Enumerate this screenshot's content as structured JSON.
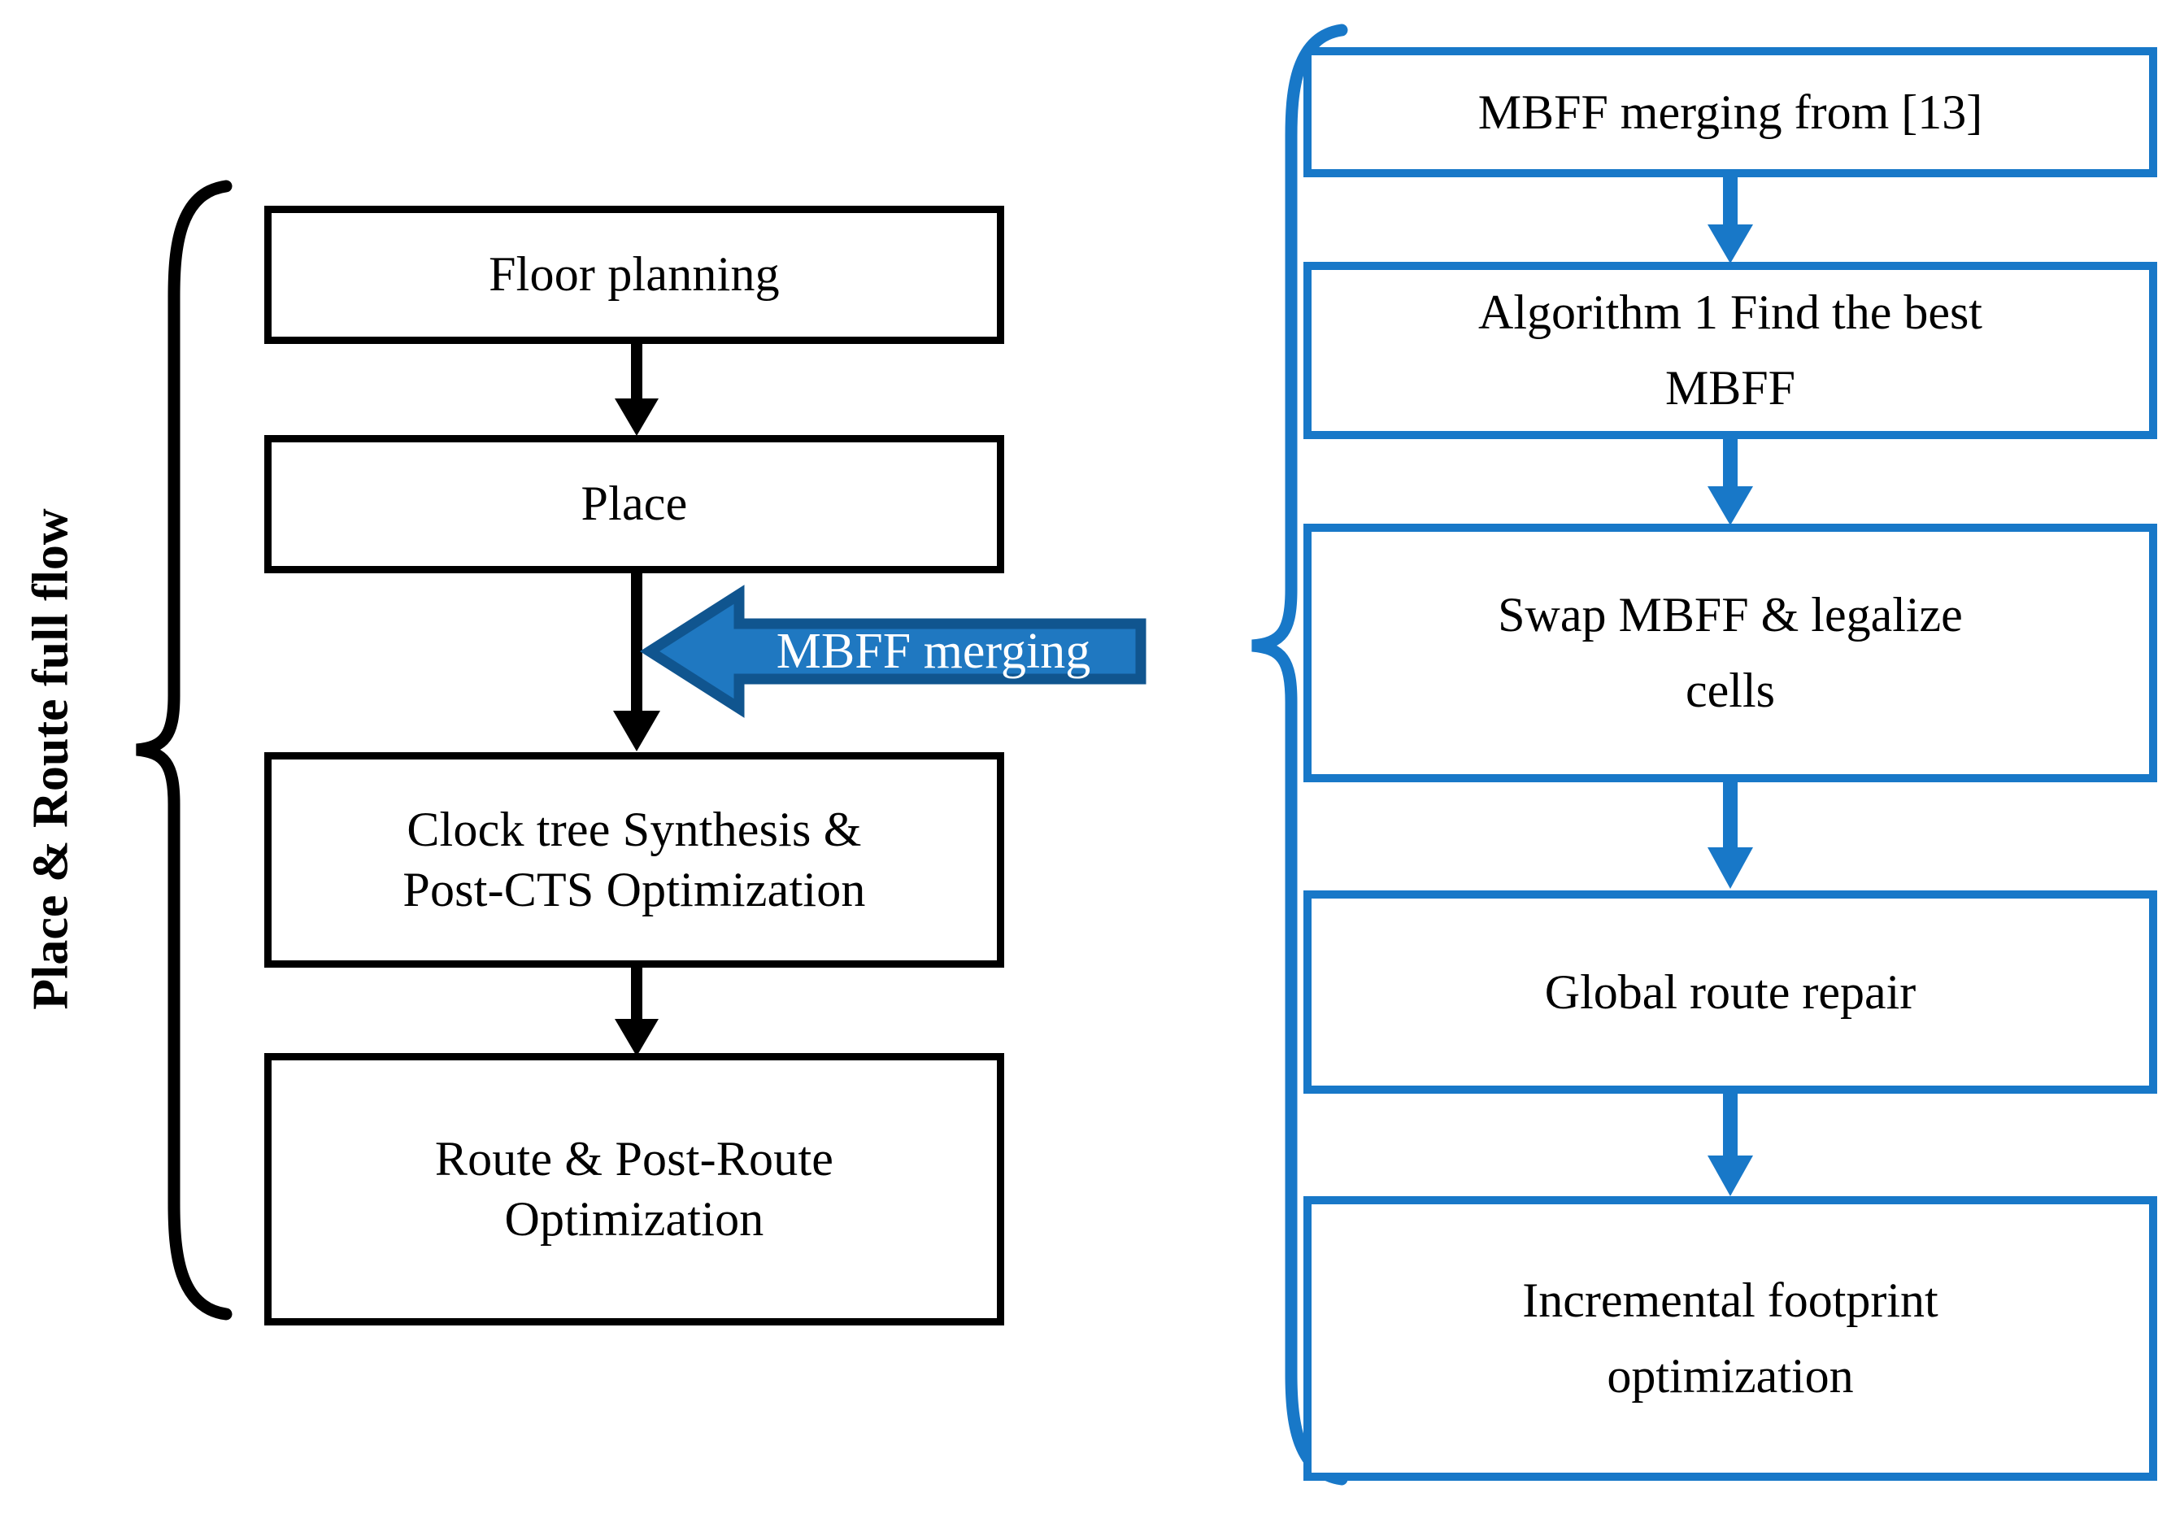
{
  "figure": {
    "type": "flowchart",
    "title": "Place & Route full flow with MBFF merging",
    "colors": {
      "black": "#000000",
      "blue": "#1878C8",
      "blue_dark": "#10558F",
      "blue_fill": "#1F78C1",
      "white": "#FFFFFF"
    }
  },
  "left_flow": {
    "side_label": "Place & Route full flow",
    "steps": [
      {
        "id": "floor-planning",
        "label": "Floor planning"
      },
      {
        "id": "place",
        "label": "Place"
      },
      {
        "id": "cts",
        "label": "Clock tree Synthesis &\nPost-CTS Optimization",
        "line1": "Clock tree Synthesis &",
        "line2": "Post-CTS Optimization"
      },
      {
        "id": "route",
        "label": "Route & Post-Route\nOptimization",
        "line1": "Route & Post-Route",
        "line2": "Optimization"
      }
    ]
  },
  "callout": {
    "label": "MBFF merging",
    "direction": "left",
    "fill": "#1F78C1",
    "border": "#10558F",
    "text_color": "#FFFFFF"
  },
  "right_flow": {
    "steps": [
      {
        "id": "mbff-merging-ref",
        "label": "MBFF merging from [13]",
        "line1": "MBFF merging from [13]",
        "line2": ""
      },
      {
        "id": "algorithm-1",
        "label": "Algorithm 1 Find the best MBFF",
        "line1": "Algorithm 1 Find the best",
        "line2": "MBFF"
      },
      {
        "id": "swap-legalize",
        "label": "Swap MBFF & legalize cells",
        "line1": "Swap MBFF & legalize",
        "line2": "cells"
      },
      {
        "id": "global-route",
        "label": "Global route repair",
        "line1": "Global route repair",
        "line2": ""
      },
      {
        "id": "incremental-fp",
        "label": "Incremental footprint optimization",
        "line1": "Incremental footprint",
        "line2": "optimization"
      }
    ]
  }
}
